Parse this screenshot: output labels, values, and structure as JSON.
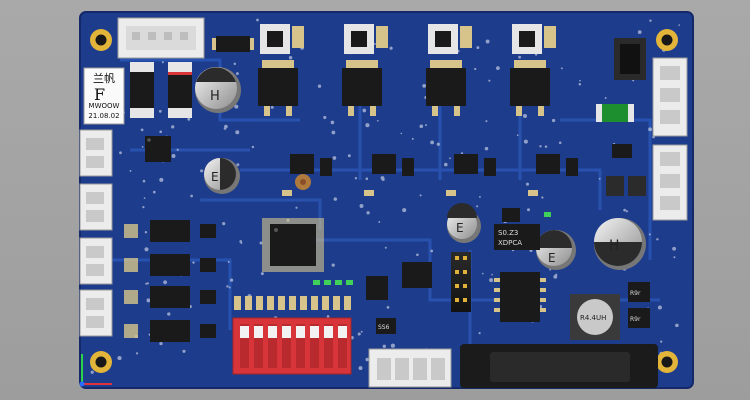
{
  "board": {
    "silk_chinese": "兰帆",
    "silk_mark": "F",
    "silk_name": "MWOOW",
    "silk_date": "21.08.02",
    "cap_labels": [
      "H",
      "E",
      "E",
      "E",
      "H"
    ],
    "ic_labels": [
      "SS6",
      "S0.Z3",
      "XDPCA",
      "R9r",
      "R9r"
    ],
    "inductor_label": "R4.4UH"
  },
  "colors": {
    "pcb": "#1d3c8c",
    "pcb_dark": "#162f6f",
    "trace": "#2c58b8",
    "pad": "#d6c48a",
    "gold": "#e0b23a",
    "ic_body": "#1a1a1a",
    "connector": "#ececec",
    "dip_switch": "#d8353a",
    "background": "#a4a4a4"
  },
  "axes_indicator": {
    "visible": true
  }
}
